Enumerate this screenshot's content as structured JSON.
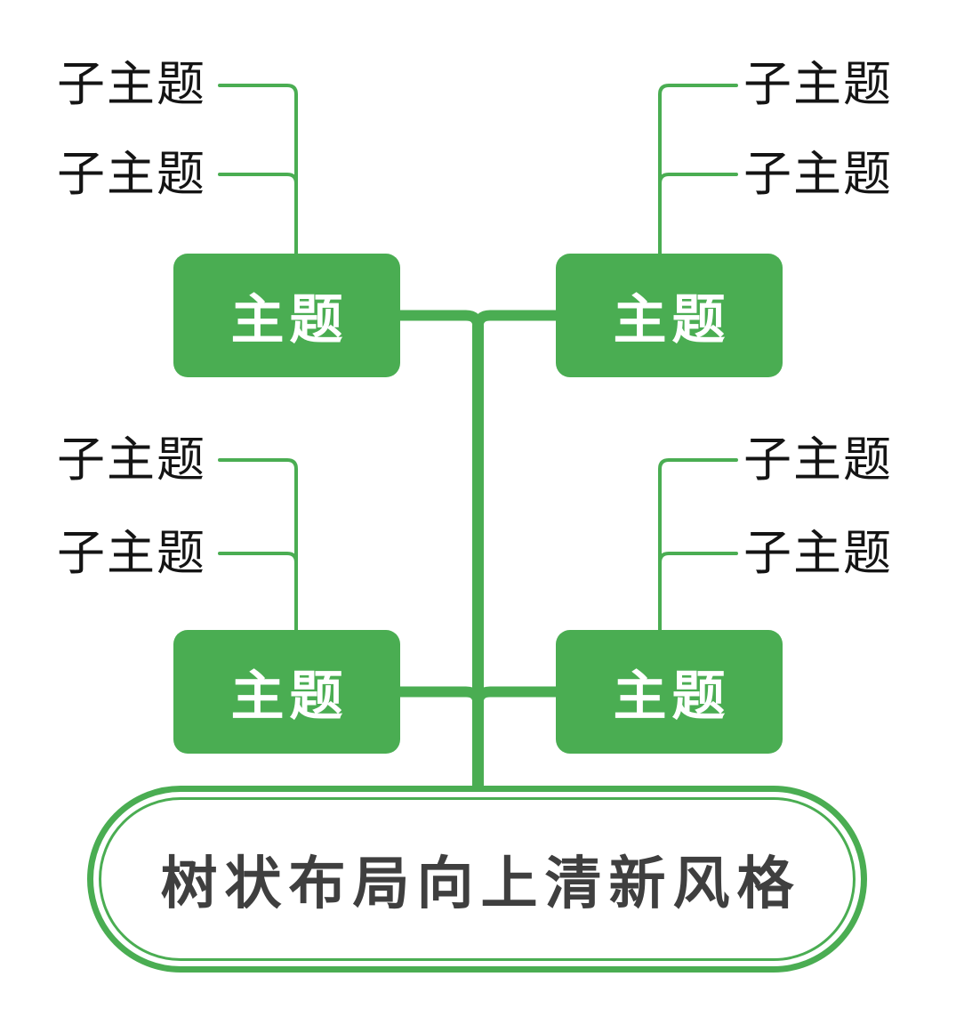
{
  "diagram": {
    "type": "mindmap-tree",
    "layout": "tree-upward"
  },
  "colors": {
    "green": "#4aad52",
    "topic_text": "#ffffff",
    "subtopic_text": "#141414",
    "root_text": "#3f3f3f",
    "background": "#ffffff"
  },
  "root": {
    "label": "树状布局向上清新风格"
  },
  "topics": [
    {
      "position": "top-left",
      "label": "主题",
      "subtopics": [
        {
          "label": "子主题"
        },
        {
          "label": "子主题"
        }
      ]
    },
    {
      "position": "top-right",
      "label": "主题",
      "subtopics": [
        {
          "label": "子主题"
        },
        {
          "label": "子主题"
        }
      ]
    },
    {
      "position": "bottom-left",
      "label": "主题",
      "subtopics": [
        {
          "label": "子主题"
        },
        {
          "label": "子主题"
        }
      ]
    },
    {
      "position": "bottom-right",
      "label": "主题",
      "subtopics": [
        {
          "label": "子主题"
        },
        {
          "label": "子主题"
        }
      ]
    }
  ]
}
